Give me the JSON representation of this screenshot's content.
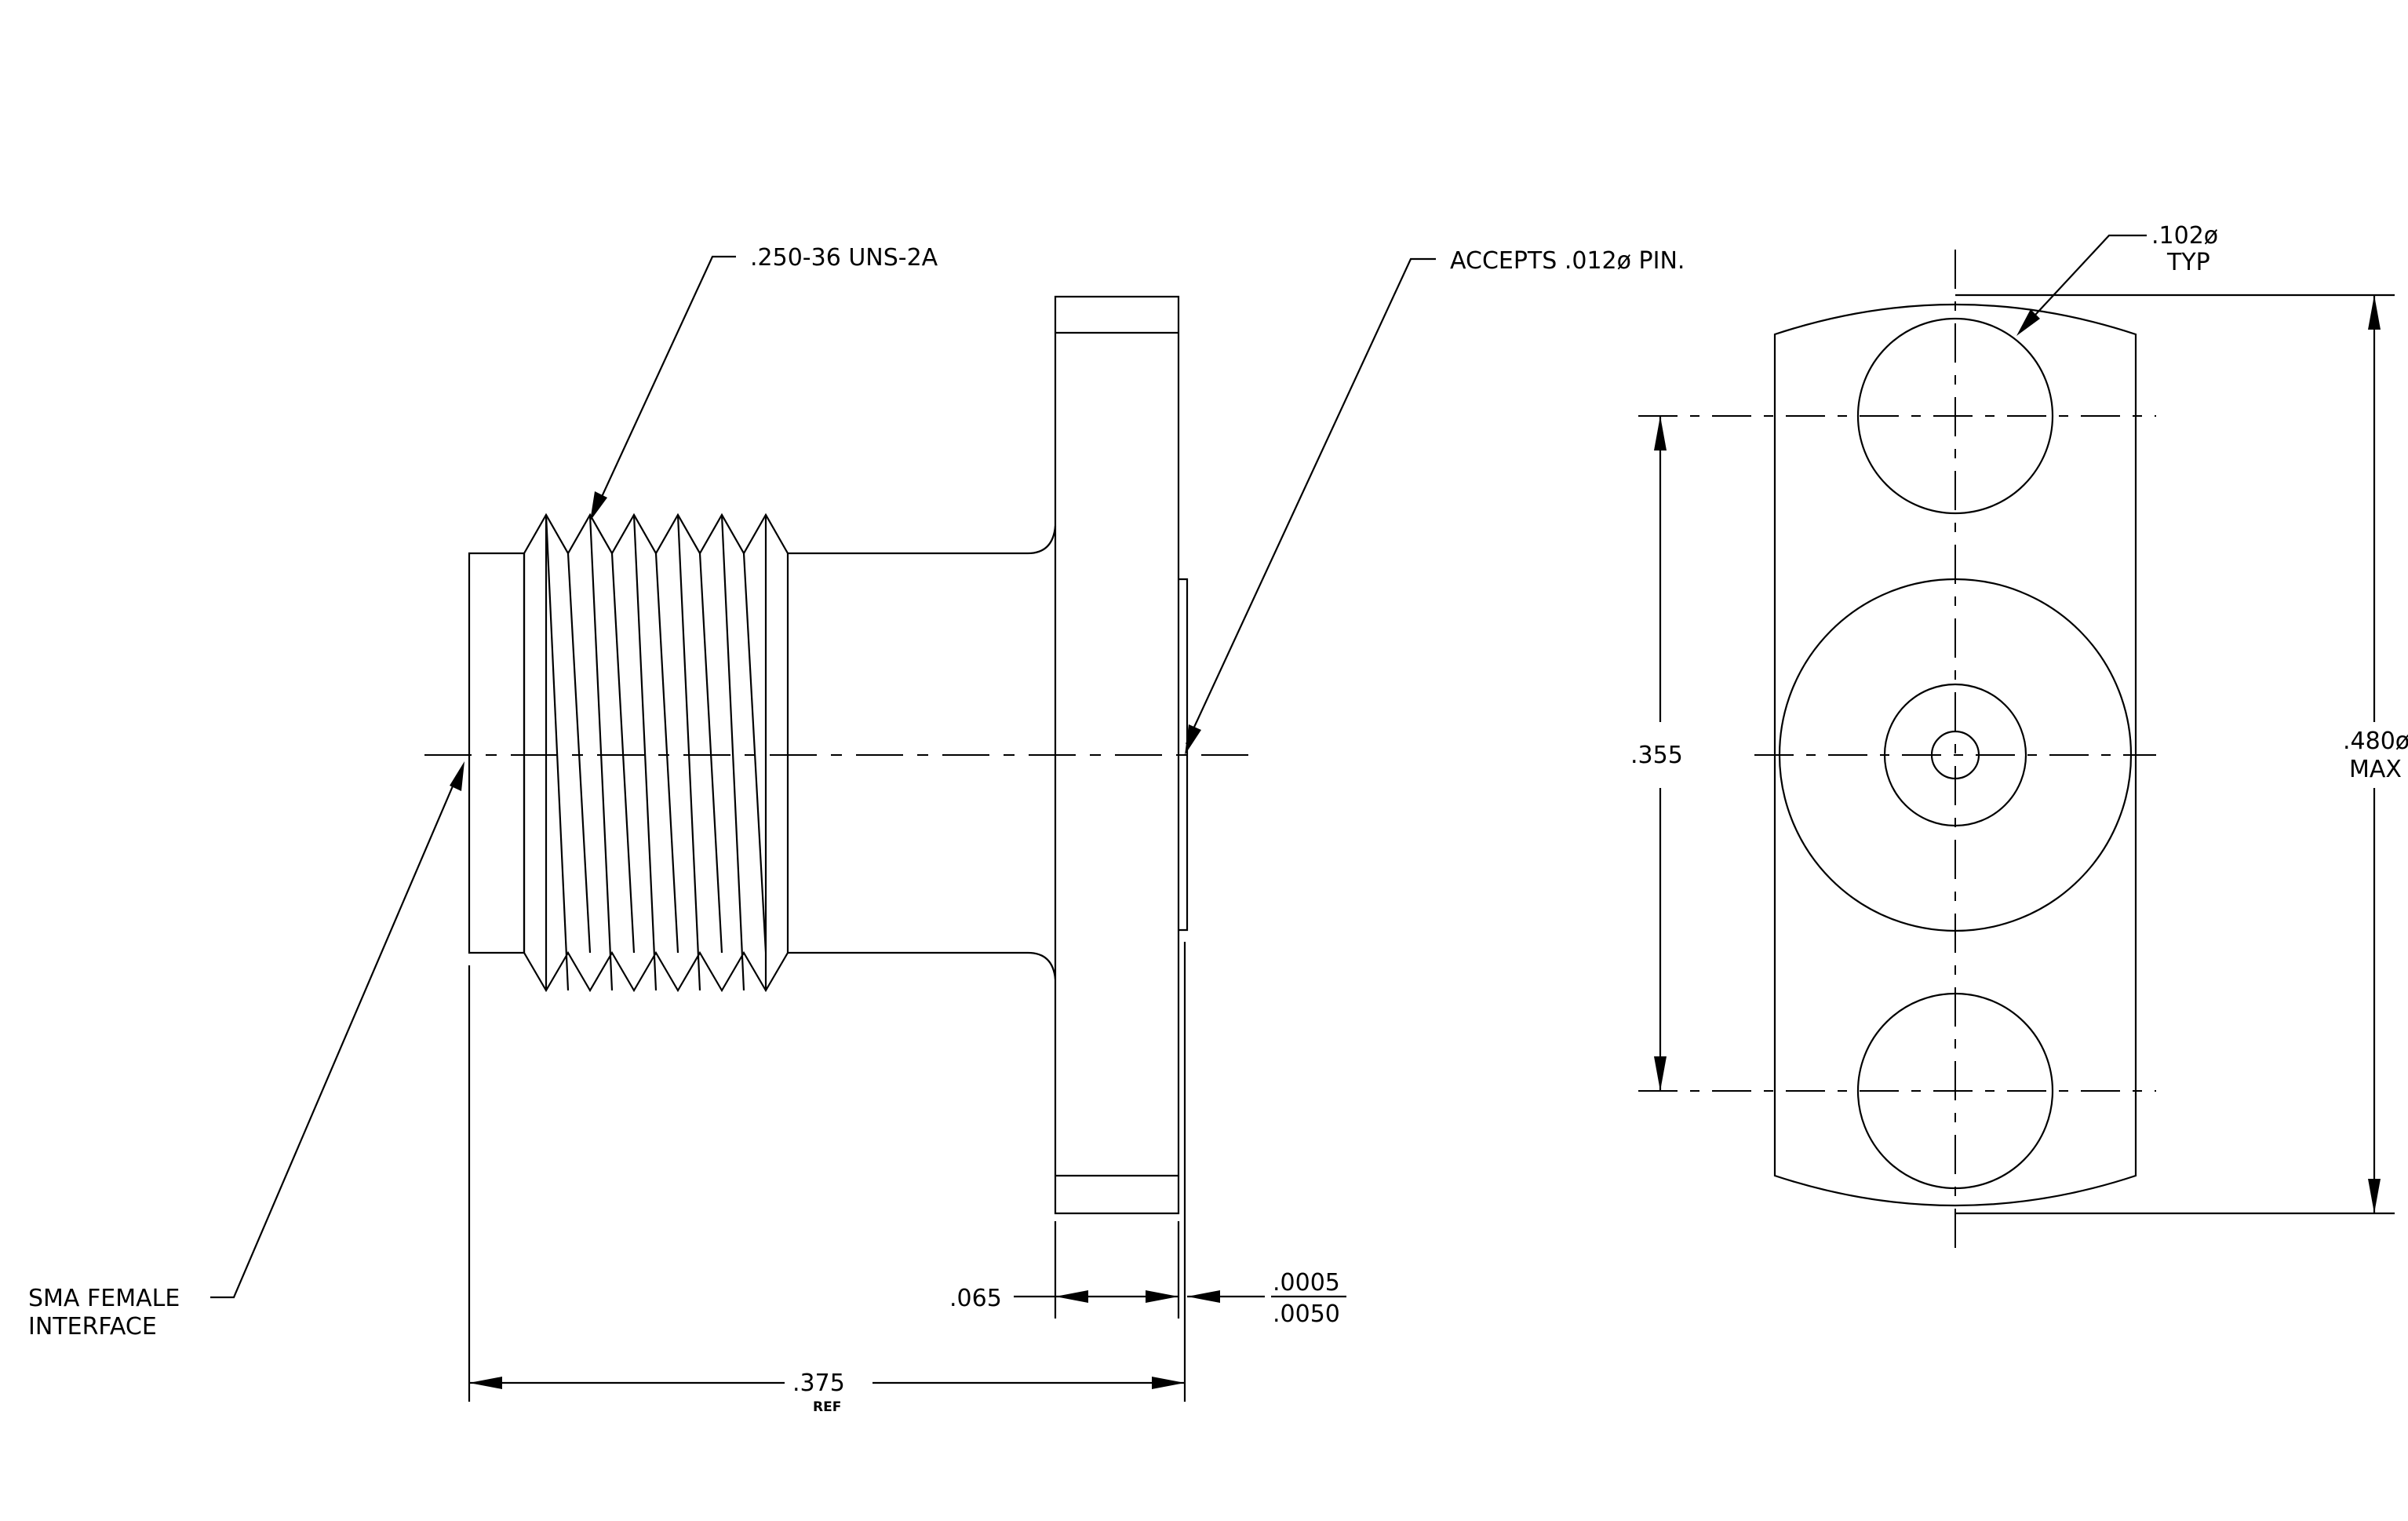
{
  "labels": {
    "thread": ".250-36 UNS-2A",
    "pin": "ACCEPTS .012ø PIN.",
    "hole_dia": ".102ø",
    "hole_typ": "TYP",
    "outer_dia": ".480ø",
    "outer_max": "MAX",
    "hole_spacing": ".355",
    "interface_line1": "SMA FEMALE",
    "interface_line2": "INTERFACE",
    "flange_thk": ".065",
    "pin_tol_top": ".0005",
    "pin_tol_bottom": ".0050",
    "overall_len": ".375",
    "overall_ref": "REF"
  },
  "colors": {
    "line": "#000000",
    "background": "#ffffff"
  }
}
